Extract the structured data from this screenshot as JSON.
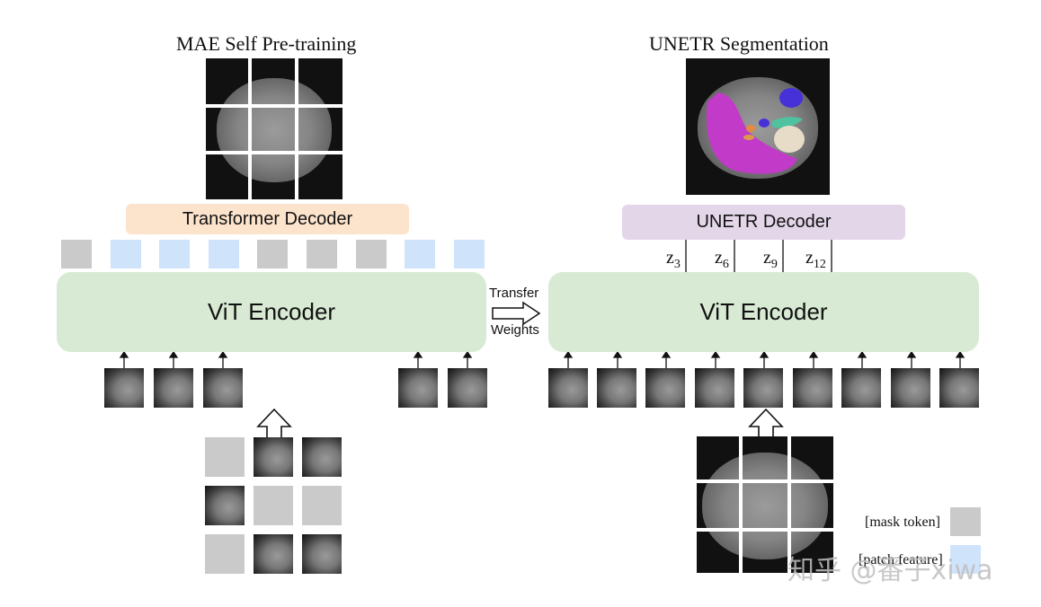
{
  "left": {
    "title": "MAE Self Pre-training",
    "decoder_label": "Transformer Decoder",
    "encoder_label": "ViT Encoder",
    "tokens": [
      "mask",
      "feat",
      "feat",
      "feat",
      "mask",
      "mask",
      "mask",
      "feat",
      "feat"
    ]
  },
  "transfer": {
    "line1": "Transfer",
    "line2": "Weights"
  },
  "right": {
    "title": "UNETR Segmentation",
    "decoder_label": "UNETR Decoder",
    "encoder_label": "ViT Encoder",
    "skips": [
      {
        "base": "z",
        "sub": "3"
      },
      {
        "base": "z",
        "sub": "6"
      },
      {
        "base": "z",
        "sub": "9"
      },
      {
        "base": "z",
        "sub": "12"
      }
    ]
  },
  "legend": {
    "mask_token": "[mask token]",
    "patch_feature": "[patch feature]"
  },
  "watermark": "知乎 @番子xiwa",
  "colors": {
    "encoder": "#d8ead3",
    "transformer_decoder": "#fce3cc",
    "unetr_decoder": "#e3d6e8",
    "mask_token": "#cacaca",
    "patch_feature": "#cfe3fb"
  }
}
